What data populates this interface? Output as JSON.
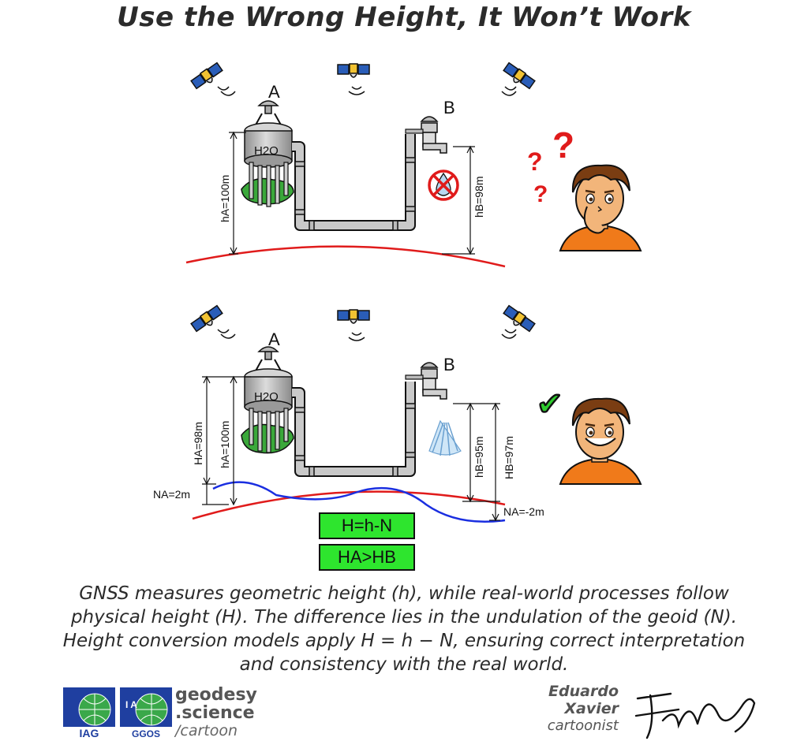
{
  "title": "Use the Wrong Height, It Won’t Work",
  "panel1": {
    "point_a": "A",
    "point_b": "B",
    "tank_label": "H2O",
    "h_a": "hA=100m",
    "h_b": "hB=98m",
    "question_marks": [
      "?",
      "?",
      "?"
    ]
  },
  "panel2": {
    "point_a": "A",
    "point_b": "B",
    "tank_label": "H2O",
    "big_h_a": "HA=98m",
    "h_a": "hA=100m",
    "h_b": "hB=95m",
    "big_h_b": "HB=97m",
    "n_a_left": "NA=2m",
    "n_a_right": "NA=-2m",
    "check": "✔"
  },
  "formula": {
    "line1": "H=h-N",
    "line2": "HA>HB"
  },
  "caption": "GNSS measures geometric height (h), while real-world processes follow physical height (H). The difference lies in the undulation of the geoid (N). Height conversion models apply H = h − N, ensuring correct interpretation and consistency with the real world.",
  "footer": {
    "iag_logo_text": "IAG",
    "ggos_logo_text": "GGOS",
    "ggos_letters": "I A",
    "brand_line1": "geodesy",
    "brand_line2": ".science",
    "brand_line3": "/cartoon",
    "author_first": "Eduardo",
    "author_last": "Xavier",
    "author_role": "cartoonist"
  },
  "colors": {
    "ellipsoid": "#e01b1b",
    "geoid": "#1a2ee0",
    "formula_bg": "#2ee52e",
    "logo_blue": "#1f3fa0",
    "logo_green": "#3aa84a",
    "shirt": "#f07a1a",
    "skin": "#f2b57a",
    "hair": "#7a3d12"
  }
}
